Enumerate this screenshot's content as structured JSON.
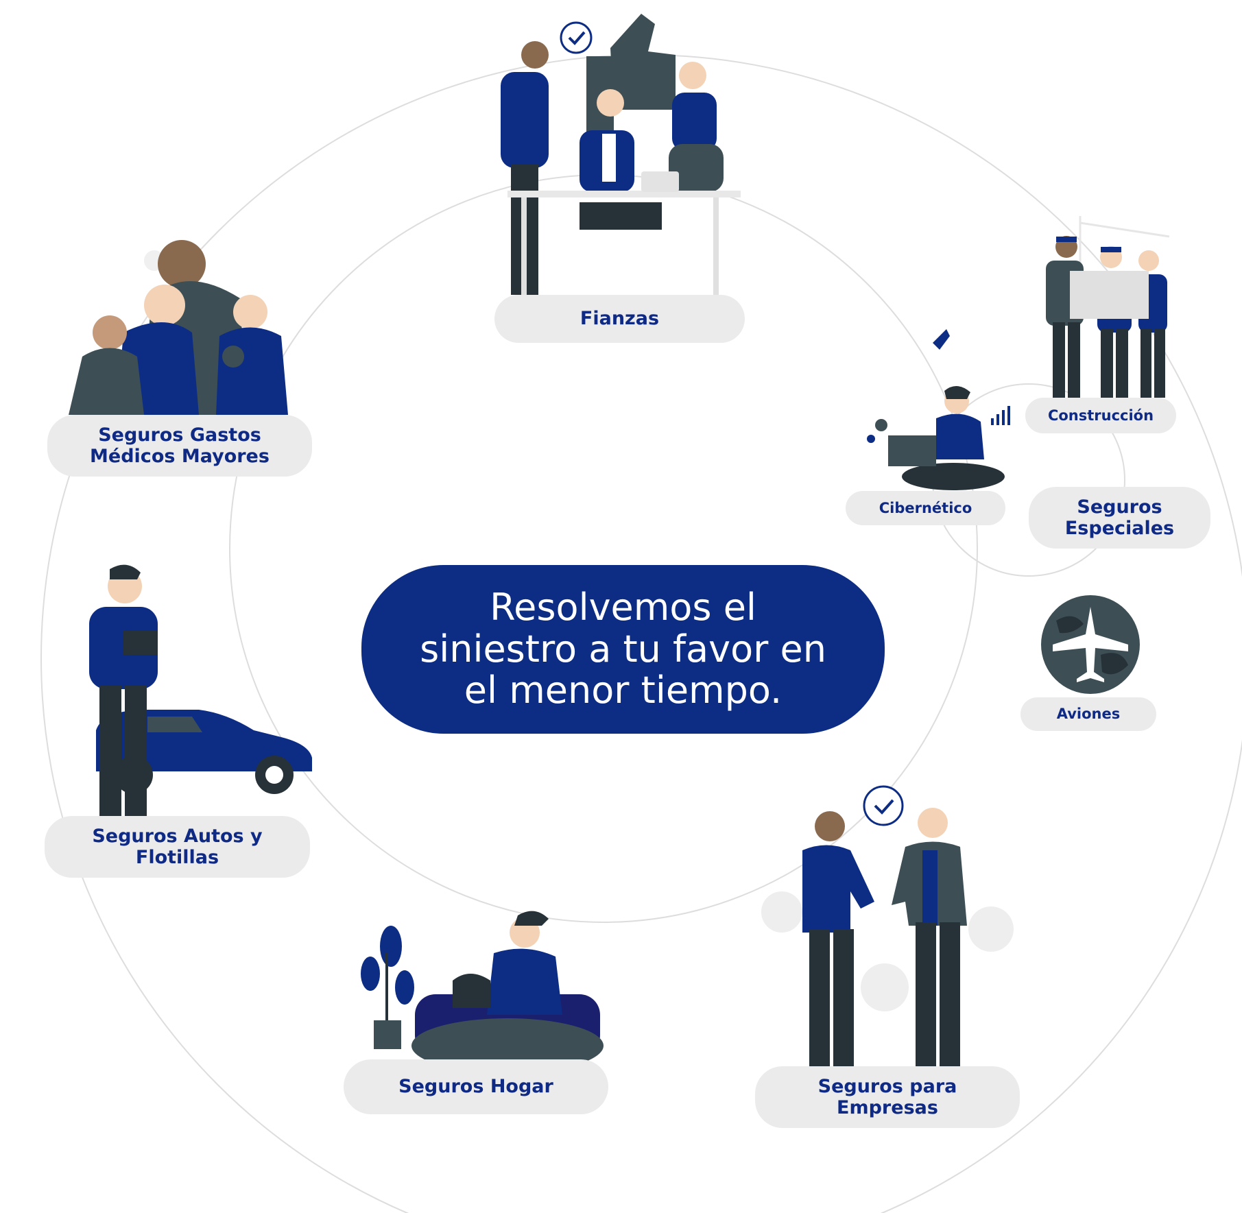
{
  "center": {
    "text": "Resolvemos el siniestro a tu favor en el menor tiempo."
  },
  "nodes": {
    "fianzas": "Fianzas",
    "gastos_medicos": "Seguros Gastos\nMédicos Mayores",
    "autos": "Seguros Autos y\nFlotillas",
    "hogar": "Seguros Hogar",
    "empresas": "Seguros para\nEmpresas",
    "construccion": "Construcción",
    "cibernetico": "Cibernético",
    "especiales": "Seguros\nEspeciales",
    "aviones": "Aviones"
  },
  "colors": {
    "navy": "#0d2d84",
    "dark_slate": "#3d4f55",
    "pill_bg": "#ebebeb",
    "label_text": "#0e2a84",
    "ring_line": "#dddddd"
  },
  "icons": {
    "fianzas": "team-thumbs-up-illustration",
    "gastos_medicos": "family-illustration",
    "autos": "man-with-car-illustration",
    "hogar": "woman-on-sofa-illustration",
    "empresas": "handshake-illustration",
    "construccion": "construction-workers-illustration",
    "cibernetico": "woman-with-laptop-illustration",
    "aviones": "globe-airplane-illustration"
  }
}
